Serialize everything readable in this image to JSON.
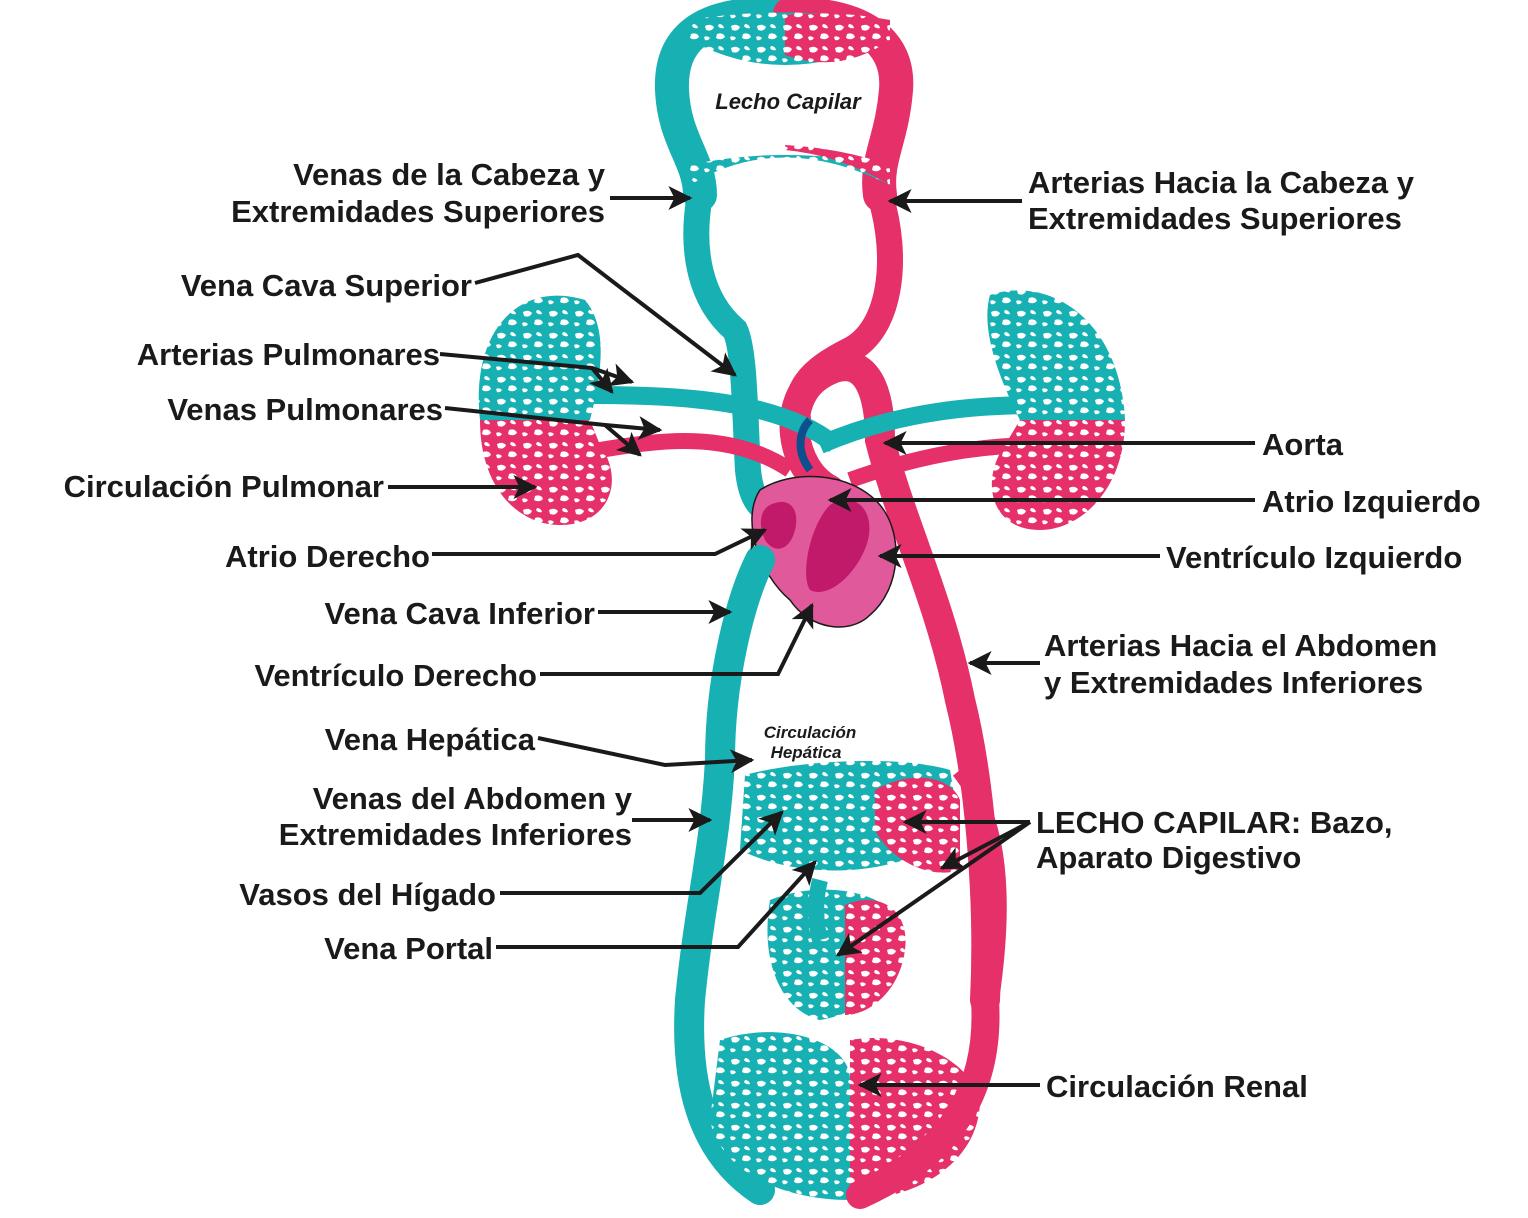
{
  "colors": {
    "venous": "#17b0b3",
    "arterial": "#e5306a",
    "heart": "#e0599a",
    "heart_dark": "#c21a6b",
    "vena_dark": "#0b4f8c",
    "outline": "#1a1a1a",
    "label_text": "#1a1a1a"
  },
  "inner_labels": {
    "lecho_capilar": "Lecho Capilar",
    "circ_hepatica_1": "Circulación",
    "circ_hepatica_2": "Hepática"
  },
  "labels": {
    "venas_cabeza_1": "Venas de la Cabeza y",
    "venas_cabeza_2": "Extremidades Superiores",
    "vena_cava_sup": "Vena Cava Superior",
    "arterias_pulm": "Arterias Pulmonares",
    "venas_pulm": "Venas Pulmonares",
    "circ_pulm": "Circulación Pulmonar",
    "atrio_der": "Atrio Derecho",
    "vena_cava_inf": "Vena Cava Inferior",
    "ventr_der": "Ventrículo Derecho",
    "vena_hep": "Vena Hepática",
    "venas_abd_1": "Venas del Abdomen y",
    "venas_abd_2": "Extremidades Inferiores",
    "vasos_hig": "Vasos del Hígado",
    "vena_portal": "Vena Portal",
    "arterias_cabeza_1": "Arterias Hacia la Cabeza y",
    "arterias_cabeza_2": "Extremidades Superiores",
    "aorta": "Aorta",
    "atrio_izq": "Atrio Izquierdo",
    "ventr_izq": "Ventrículo Izquierdo",
    "arterias_abd_1": "Arterias Hacia el Abdomen",
    "arterias_abd_2": "y Extremidades Inferiores",
    "lecho_bazo_1": "LECHO CAPILAR: Bazo,",
    "lecho_bazo_2": "Aparato Digestivo",
    "circ_renal": "Circulación Renal"
  }
}
